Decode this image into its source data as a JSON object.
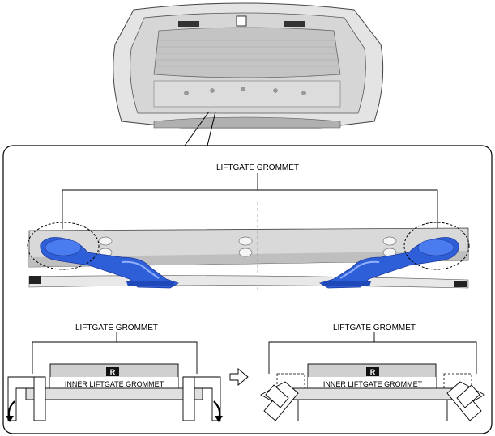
{
  "labels": {
    "grommet_main": "LIFTGATE GROMMET",
    "grommet_left": "LIFTGATE GROMMET",
    "grommet_right": "LIFTGATE GROMMET",
    "inner_left": "INNER LIFTGATE GROMMET",
    "inner_right": "INNER LIFTGATE GROMMET",
    "badge_left": "R",
    "badge_right": "R"
  },
  "colors": {
    "grommet_blue": "#2f5fd8",
    "grommet_dark": "#1c3a9c",
    "panel_gray": "#cfcfcf",
    "glass_gray": "#bdbdbd"
  },
  "icons": {
    "arrow": "hollow-right-arrow-icon",
    "rotate_left": "curved-arrow-down-left-icon",
    "rotate_right": "curved-arrow-down-right-icon"
  }
}
